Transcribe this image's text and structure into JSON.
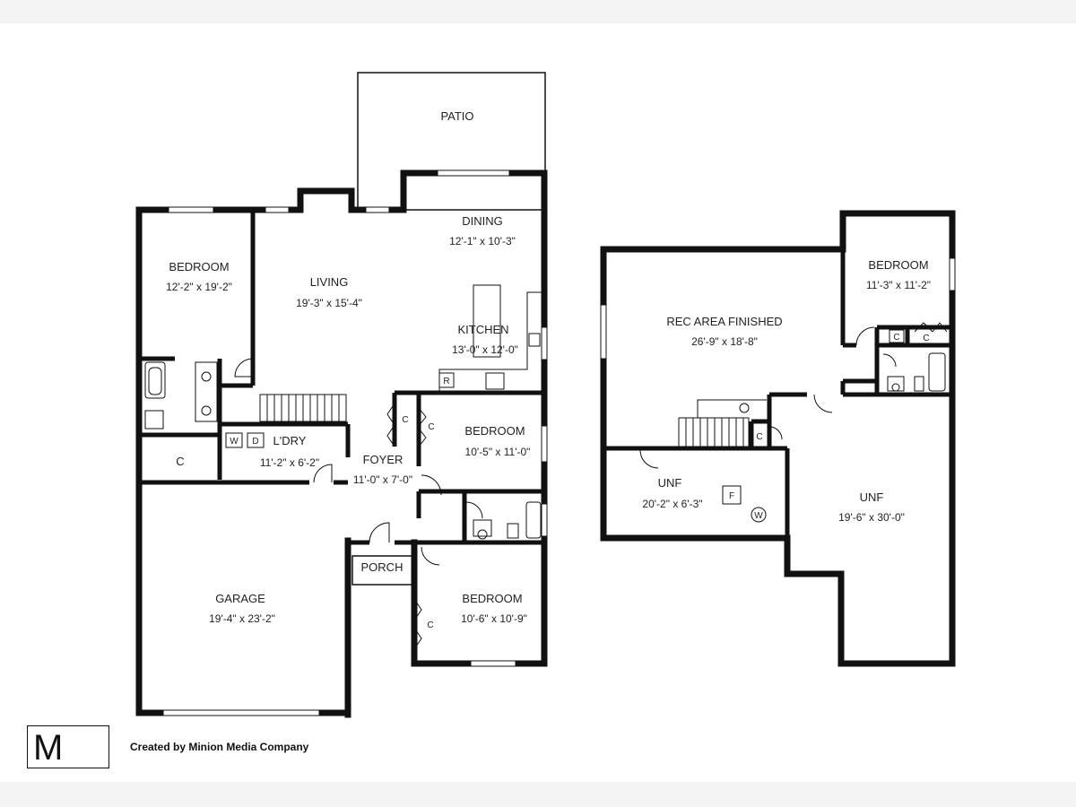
{
  "main_floor": {
    "patio": {
      "label": "PATIO"
    },
    "dining": {
      "label": "DINING",
      "dims": "12'-1\" x 10'-3\""
    },
    "living": {
      "label": "LIVING",
      "dims": "19'-3\" x 15'-4\""
    },
    "kitchen": {
      "label": "KITCHEN",
      "dims": "13'-0\" x 12'-0\""
    },
    "bedroom_master": {
      "label": "BEDROOM",
      "dims": "12'-2\" x 19'-2\""
    },
    "bedroom_2": {
      "label": "BEDROOM",
      "dims": "10'-5\" x 11'-0\""
    },
    "bedroom_3": {
      "label": "BEDROOM",
      "dims": "10'-6\" x 10'-9\""
    },
    "laundry": {
      "label": "L'DRY",
      "dims": "11'-2\" x 6'-2\""
    },
    "foyer": {
      "label": "FOYER",
      "dims": "11'-0\" x 7'-0\""
    },
    "garage": {
      "label": "GARAGE",
      "dims": "19'-4\" x 23'-2\""
    },
    "porch": {
      "label": "PORCH"
    },
    "symbols": {
      "closet": "C",
      "washer": "W",
      "dryer": "D",
      "range": "R"
    }
  },
  "lower_level": {
    "rec_area": {
      "label": "REC AREA FINISHED",
      "dims": "26'-9\" x 18'-8\""
    },
    "bedroom": {
      "label": "BEDROOM",
      "dims": "11'-3\" x 11'-2\""
    },
    "unf_small": {
      "label": "UNF",
      "dims": "20'-2\" x 6'-3\""
    },
    "unf_large": {
      "label": "UNF",
      "dims": "19'-6\" x 30'-0\""
    },
    "symbols": {
      "closet": "C",
      "furnace": "F",
      "water_heater": "W"
    }
  },
  "footer": {
    "logo_letter": "M",
    "credit": "Created by Minion Media Company"
  },
  "colors": {
    "wall": "#111111",
    "background": "#ffffff",
    "band": "#f4f4f4"
  }
}
